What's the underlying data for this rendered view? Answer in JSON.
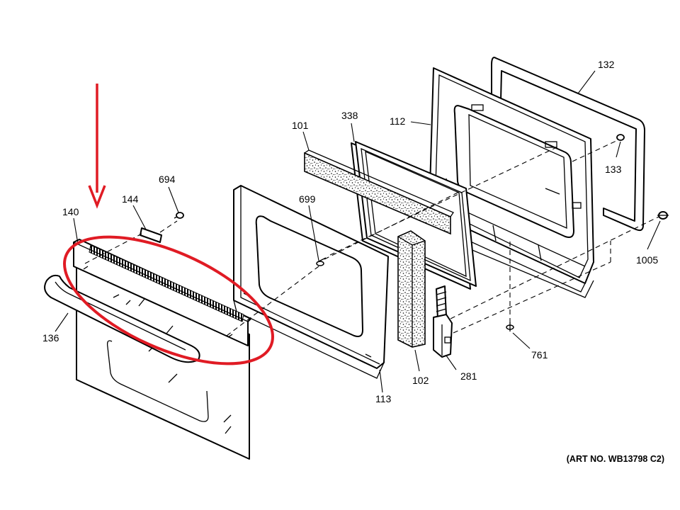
{
  "labels": {
    "l132": "132",
    "l338": "338",
    "l112": "112",
    "l101": "101",
    "l133": "133",
    "l694": "694",
    "l144": "144",
    "l140": "140",
    "l699": "699",
    "l1005": "1005",
    "l136": "136",
    "l761": "761",
    "l102": "102",
    "l281": "281",
    "l113": "113"
  },
  "art_number": "(ART NO. WB13798 C2)",
  "colors": {
    "annotation": "#e01b24",
    "line": "#000000",
    "background": "#ffffff"
  }
}
